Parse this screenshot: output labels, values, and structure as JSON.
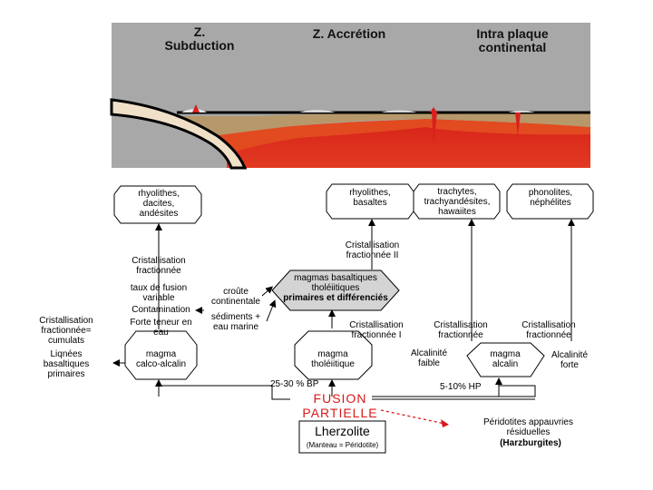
{
  "header": {
    "subduction": [
      "Z.",
      "Subduction"
    ],
    "accretion": [
      "Z. Accrétion"
    ],
    "intraplaque": [
      "Intra plaque",
      "continental"
    ]
  },
  "rocks": {
    "calc_alkaline": [
      "rhyolithes,",
      "dacites,",
      "andésites"
    ],
    "tholeiitic": [
      "rhyolithes,",
      "basaltes"
    ],
    "alkaline": [
      "trachytes,",
      "trachyandésites,",
      "hawaiites"
    ],
    "highly_alkaline": [
      "phonolites,",
      "néphélites"
    ]
  },
  "processes": {
    "cf_subduction": [
      "Cristallisation",
      "fractionnée"
    ],
    "fusion_rate": [
      "taux de fusion",
      "variable"
    ],
    "contamination": "Contamination",
    "water": [
      "Forte teneur en",
      "eau"
    ],
    "continental_crust": [
      "croûte",
      "continentale"
    ],
    "sediments": [
      "sédiments +",
      "eau marine"
    ],
    "cf_left": [
      "Cristallisation",
      "fractionnée="
    ],
    "cumulats": "cumulats",
    "primary_basalts": [
      "Liqnées",
      "basaltiques",
      "primaires"
    ],
    "cf_two": [
      "Cristallisation",
      "fractionnée II"
    ],
    "basaltic_magmas": [
      "magmas basaltiques",
      "tholéiitiques"
    ],
    "primaires_diff": "primaires et différenciés",
    "cf_one": [
      "Cristallisation",
      "fractionnée I"
    ],
    "cf_alkaline": [
      "Cristallisation",
      "fractionnée"
    ],
    "cf_highly_alkaline": [
      "Cristallisation",
      "fractionnée"
    ],
    "alcalinite_faible": [
      "Alcalinité",
      "faible"
    ],
    "alcalinite_forte": [
      "Alcalinité",
      "forte"
    ]
  },
  "magmas": {
    "calc_alkaline": [
      "magma",
      "calco-alcalin"
    ],
    "tholeiitic": [
      "magma",
      "tholéiitique"
    ],
    "alkaline": [
      "magma",
      "alcalin"
    ]
  },
  "source": {
    "rate_tholeiitic": "25-30 % BP",
    "rate_alkaline": "5-10% HP",
    "fusion": [
      "FUSION",
      "PARTIELLE"
    ],
    "lherzolite": "Lherzolite",
    "mantle": "(Manteau = Péridotite)",
    "residual": [
      "Péridotites appauvries",
      "résiduelles"
    ],
    "harzburgite": "(Harzburgites)"
  },
  "colors": {
    "sky": "#a8a8a8",
    "crust": "#b6986a",
    "magma": "#d8261a",
    "fusion_text": "#d81818"
  }
}
